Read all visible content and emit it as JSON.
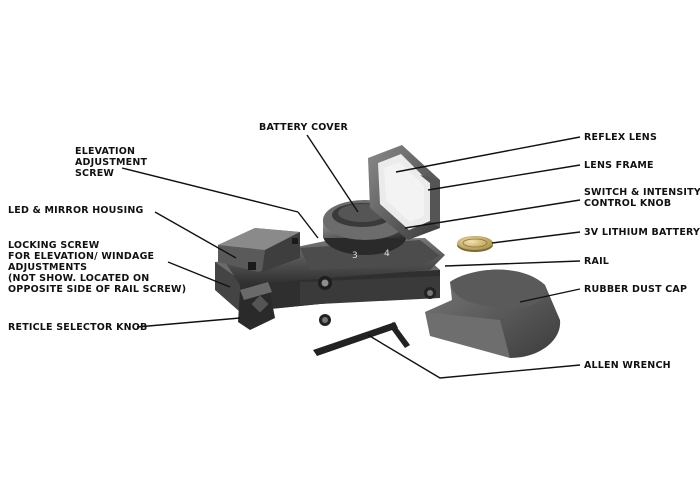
{
  "labels": {
    "battery_cover": "BATTERY COVER",
    "elevation_screw": [
      "ELEVATION",
      "ADJUSTMENT",
      "SCREW"
    ],
    "led_mirror_housing": "LED & MIRROR HOUSING",
    "locking_screw": [
      "LOCKING SCREW",
      "FOR ELEVATION/ WINDAGE",
      "ADJUSTMENTS",
      "(NOT SHOW. LOCATED ON",
      "OPPOSITE SIDE OF RAIL SCREW)"
    ],
    "reticle_selector_knob": "RETICLE SELECTOR KNOB",
    "reflex_lens": "REFLEX LENS",
    "lens_frame": "LENS FRAME",
    "switch_intensity_knob": [
      "SWITCH & INTENSITY",
      "CONTROL KNOB"
    ],
    "lithium_battery": "3V LITHIUM BATTERY",
    "rail": "RAIL",
    "rubber_dust_cap": "RUBBER DUST CAP",
    "allen_wrench": "ALLEN WRENCH"
  },
  "knob_digits": [
    "3",
    "4"
  ],
  "colors": {
    "ink": "#111111",
    "body_dark": "#3a3a3a",
    "body_mid": "#5a5a5a",
    "body_light": "#8a8a8a",
    "lens": "#e9e9e9",
    "battery_gold": "#c9a64a"
  }
}
